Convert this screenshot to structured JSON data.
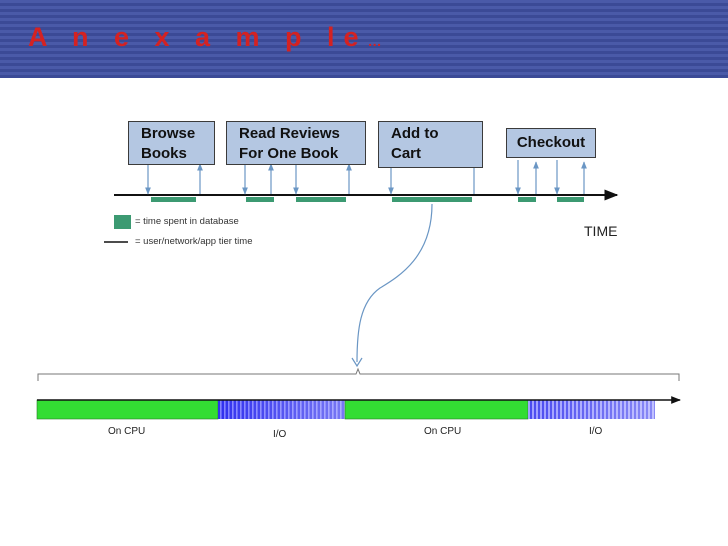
{
  "slide": {
    "title": "A n  e x a m p le",
    "title_suffix": "…"
  },
  "steps": [
    {
      "id": "browse",
      "label": "Browse\nBooks"
    },
    {
      "id": "reviews",
      "label": "Read Reviews\nFor One Book"
    },
    {
      "id": "cart",
      "label": "Add to\nCart"
    },
    {
      "id": "checkout",
      "label": "Checkout"
    }
  ],
  "legend": {
    "db_label": "= time spent in database",
    "tier_label": "= user/network/app tier time"
  },
  "timeline": {
    "label": "TIME"
  },
  "cpu_breakdown": {
    "segments": [
      {
        "kind": "cpu",
        "label": "On CPU"
      },
      {
        "kind": "io",
        "label": "I/O"
      },
      {
        "kind": "cpu",
        "label": "On CPU"
      },
      {
        "kind": "io",
        "label": "I/O"
      }
    ]
  },
  "colors": {
    "header_band": "#3b4a96",
    "title": "#d42222",
    "box_fill": "#b4c7e2",
    "db_segment": "#3c9a72",
    "request_arrow": "#6a96c4",
    "cpu": "#33dd33",
    "io": "#3030ee"
  }
}
